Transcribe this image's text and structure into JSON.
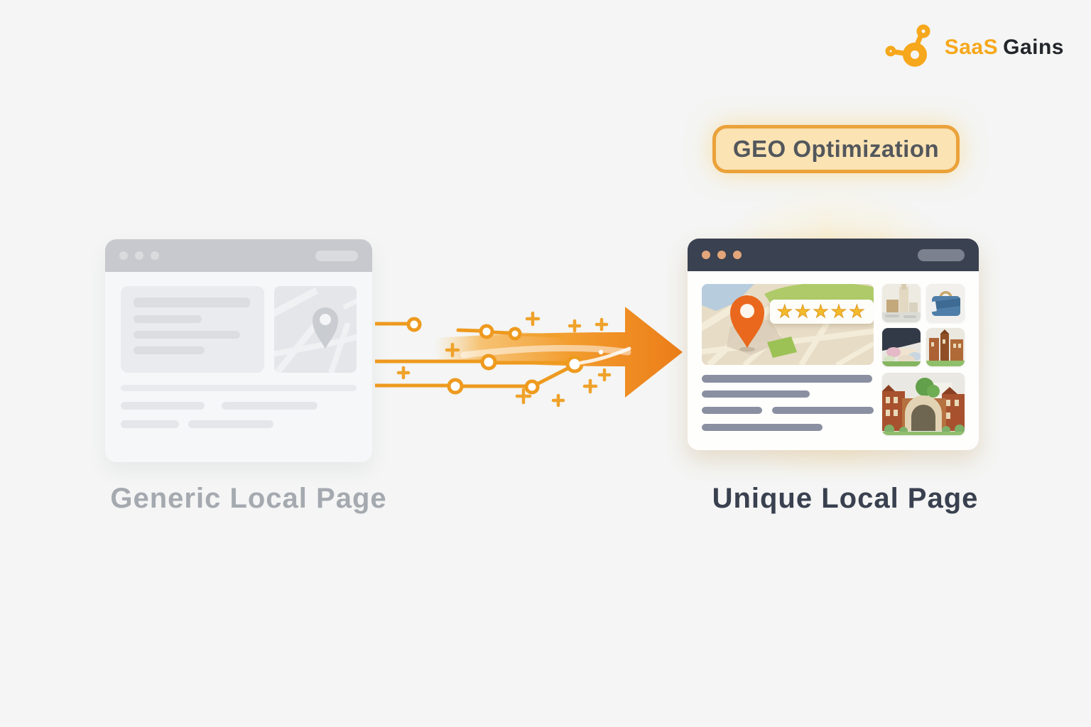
{
  "brand": {
    "name_primary": "SaaS",
    "name_secondary": "Gains",
    "primary_color": "#F7A71B",
    "secondary_color": "#22252A"
  },
  "badge": {
    "label": "GEO Optimization",
    "background": "#FBE3B3",
    "border_color": "#EBA23B",
    "text_color": "#53575C"
  },
  "pages": {
    "generic": {
      "label": "Generic Local Page",
      "label_color": "#A5A9B0",
      "style": "faded-gray-wireframe"
    },
    "unique": {
      "label": "Unique Local Page",
      "label_color": "#39404F",
      "rating_stars": 5,
      "stars_text": "★★★★★",
      "star_color": "#F3BA2B",
      "thumbnails": [
        "city-building",
        "blue-bag",
        "market-stall",
        "brick-buildings",
        "arch-building"
      ]
    }
  },
  "arrow": {
    "direction": "right",
    "gradient_start": "#F9C36B",
    "gradient_end": "#EC7D18"
  },
  "background_color": "#F4F5F4"
}
